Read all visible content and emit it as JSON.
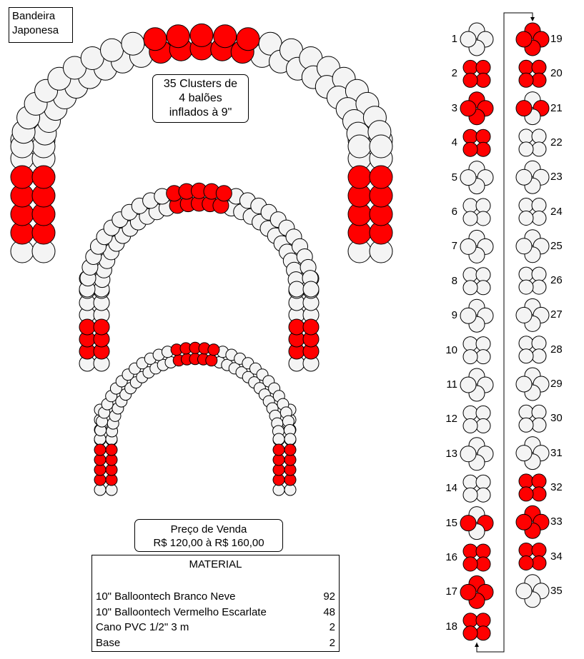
{
  "title_lines": [
    "Bandeira",
    "Japonesa"
  ],
  "cluster_note": {
    "count": "35",
    "lines": [
      "Clusters de",
      "4 balões",
      "inflados à 9\""
    ]
  },
  "price": {
    "label": "Preço de Venda",
    "range": "R$ 120,00 à R$ 160,00"
  },
  "material": {
    "title": "MATERIAL",
    "items": [
      {
        "name": "10\" Balloontech Branco Neve",
        "qty": "92"
      },
      {
        "name": "10\" Balloontech Vermelho Escarlate",
        "qty": "48"
      },
      {
        "name": "Cano PVC 1/2\" 3 m",
        "qty": "2"
      },
      {
        "name": "Base",
        "qty": "2"
      }
    ]
  },
  "colors": {
    "red": "#ff0000",
    "white": "#f4f4f4",
    "outline": "#000000"
  },
  "clusters": [
    {
      "n": "1",
      "pattern": "x",
      "colors": "WWWW"
    },
    {
      "n": "2",
      "pattern": "plus",
      "colors": "RRRR"
    },
    {
      "n": "3",
      "pattern": "x",
      "colors": "RRRR"
    },
    {
      "n": "4",
      "pattern": "plus",
      "colors": "RRRR"
    },
    {
      "n": "5",
      "pattern": "x",
      "colors": "WWWW"
    },
    {
      "n": "6",
      "pattern": "plus",
      "colors": "WWWW"
    },
    {
      "n": "7",
      "pattern": "x",
      "colors": "WWWW"
    },
    {
      "n": "8",
      "pattern": "plus",
      "colors": "WWWW"
    },
    {
      "n": "9",
      "pattern": "x",
      "colors": "WWWW"
    },
    {
      "n": "10",
      "pattern": "plus",
      "colors": "WWWW"
    },
    {
      "n": "11",
      "pattern": "x",
      "colors": "WWWW"
    },
    {
      "n": "12",
      "pattern": "plus",
      "colors": "WWWW"
    },
    {
      "n": "13",
      "pattern": "x",
      "colors": "WWWW"
    },
    {
      "n": "14",
      "pattern": "plus",
      "colors": "WWWW"
    },
    {
      "n": "15",
      "pattern": "x",
      "colors": "WRWR"
    },
    {
      "n": "16",
      "pattern": "plus",
      "colors": "RRRR"
    },
    {
      "n": "17",
      "pattern": "x",
      "colors": "RRRR"
    },
    {
      "n": "18",
      "pattern": "plus",
      "colors": "RRRR"
    },
    {
      "n": "19",
      "pattern": "x",
      "colors": "RRRR"
    },
    {
      "n": "20",
      "pattern": "plus",
      "colors": "RRRR"
    },
    {
      "n": "21",
      "pattern": "x",
      "colors": "WRWR"
    },
    {
      "n": "22",
      "pattern": "plus",
      "colors": "WWWW"
    },
    {
      "n": "23",
      "pattern": "x",
      "colors": "WWWW"
    },
    {
      "n": "24",
      "pattern": "plus",
      "colors": "WWWW"
    },
    {
      "n": "25",
      "pattern": "x",
      "colors": "WWWW"
    },
    {
      "n": "26",
      "pattern": "plus",
      "colors": "WWWW"
    },
    {
      "n": "27",
      "pattern": "x",
      "colors": "WWWW"
    },
    {
      "n": "28",
      "pattern": "plus",
      "colors": "WWWW"
    },
    {
      "n": "29",
      "pattern": "x",
      "colors": "WWWW"
    },
    {
      "n": "30",
      "pattern": "plus",
      "colors": "WWWW"
    },
    {
      "n": "31",
      "pattern": "x",
      "colors": "WWWW"
    },
    {
      "n": "32",
      "pattern": "plus",
      "colors": "RRRR"
    },
    {
      "n": "33",
      "pattern": "x",
      "colors": "RRRR"
    },
    {
      "n": "34",
      "pattern": "plus",
      "colors": "RRRR"
    },
    {
      "n": "35",
      "pattern": "x",
      "colors": "WWWW"
    }
  ]
}
